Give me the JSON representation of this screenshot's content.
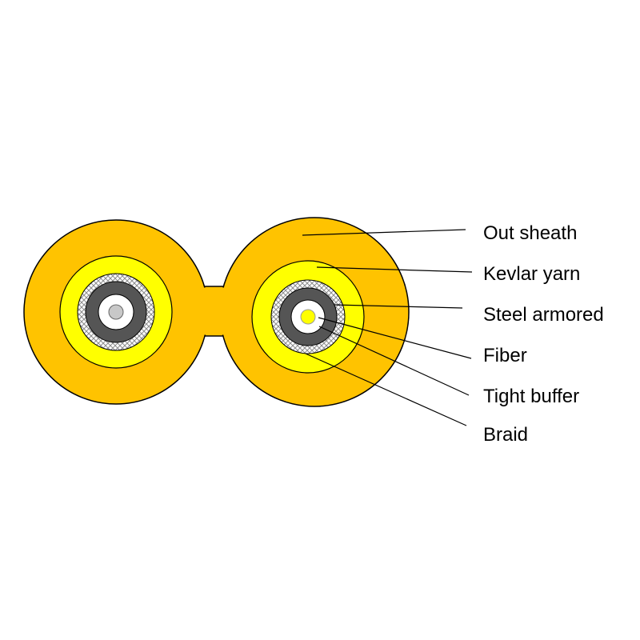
{
  "labels": {
    "out_sheath": "Out sheath",
    "kevlar_yarn": "Kevlar yarn",
    "steel_armored": "Steel armored",
    "fiber": "Fiber",
    "tight_buffer": "Tight buffer",
    "braid": "Braid"
  },
  "colors": {
    "out_sheath": "#FFC300",
    "kevlar_yarn": "#FFFF00",
    "braid_bg": "#FFFFFF",
    "braid_mesh": "#8C8C8C",
    "steel_armored": "#555555",
    "tight_buffer_left": "#FFFFFF",
    "fiber_left": "#C8C8C8",
    "tight_buffer_right": "#FFFFFF",
    "fiber_right": "#FFFF00",
    "outline": "#000000",
    "leader": "#000000"
  }
}
